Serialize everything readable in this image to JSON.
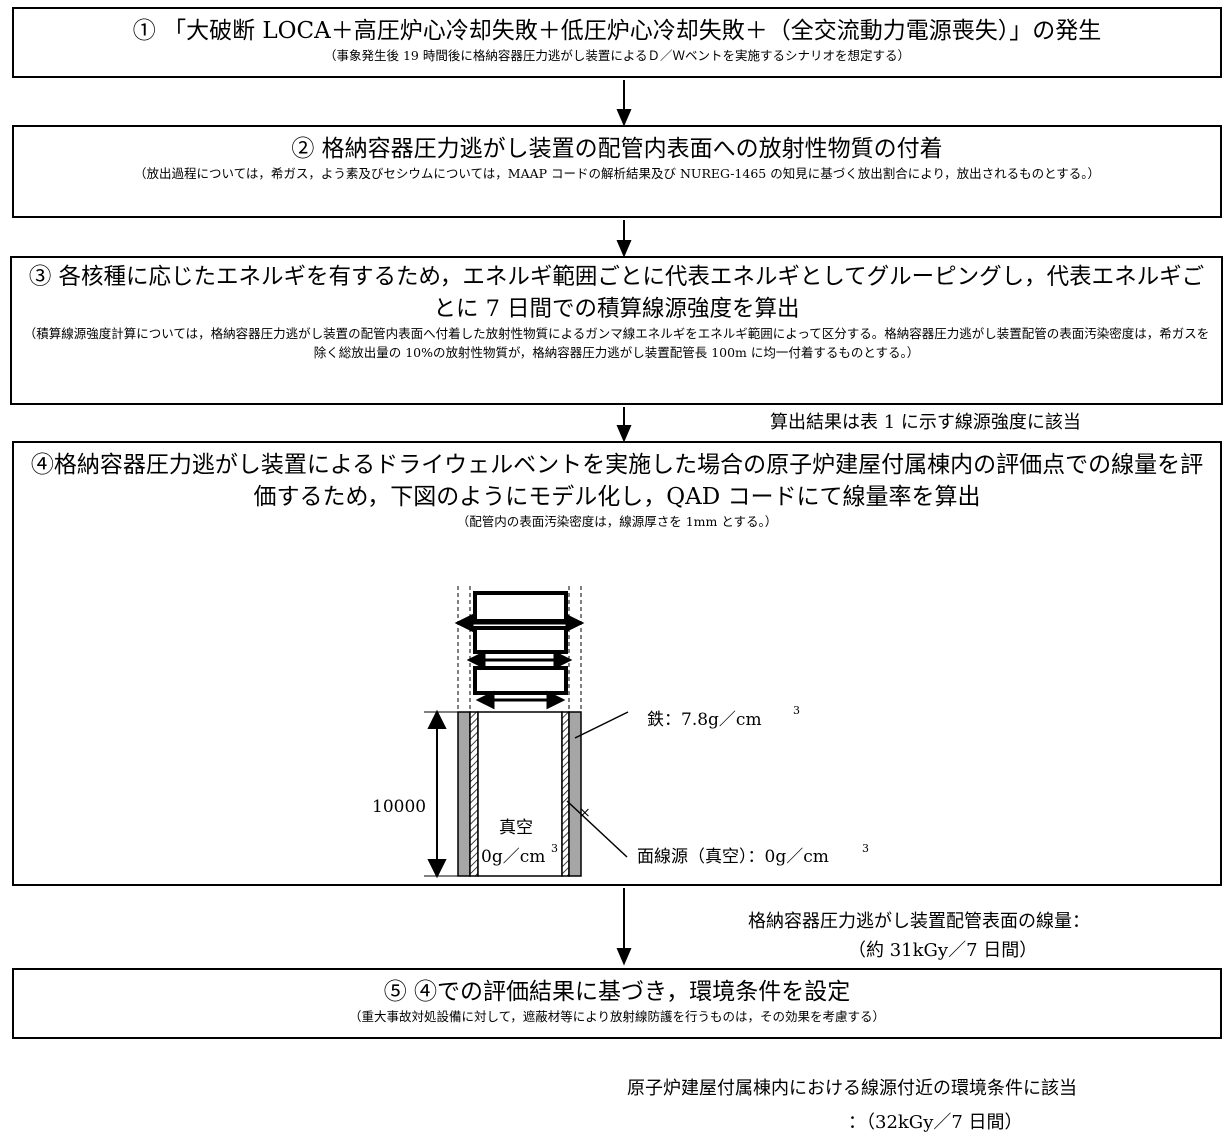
{
  "step1": {
    "title": "① 「大破断 LOCA＋高圧炉心冷却失敗＋低圧炉心冷却失敗＋（全交流動力電源喪失）」の発生",
    "note": "（事象発生後 19 時間後に格納容器圧力逃がし装置によるＤ／Ｗベントを実施するシナリオを想定する）"
  },
  "step2": {
    "title": "② 格納容器圧力逃がし装置の配管内表面への放射性物質の付着",
    "note": "（放出過程については，希ガス，よう素及びセシウムについては，MAAP コードの解析結果及び NUREG-1465 の知見に基づく放出割合により，放出されるものとする。）"
  },
  "step3": {
    "title": "③ 各核種に応じたエネルギを有するため，エネルギ範囲ごとに代表エネルギとしてグルーピングし，代表エネルギごとに 7 日間での積算線源強度を算出",
    "note": "（積算線源強度計算については，格納容器圧力逃がし装置の配管内表面へ付着した放射性物質によるガンマ線エネルギをエネルギ範囲によって区分する。格納容器圧力逃がし装置配管の表面汚染密度は，希ガスを除く総放出量の 10%の放射性物質が，格納容器圧力逃がし装置配管長 100m に均一付着するものとする。）"
  },
  "arrow3_label": "算出結果は表 1 に示す線源強度に該当",
  "step4": {
    "title": "④格納容器圧力逃がし装置によるドライウェルベントを実施した場合の原子炉建屋付属棟内の評価点での線量を評価するため，下図のようにモデル化し，QAD コードにて線量率を算出",
    "note": "（配管内の表面汚染密度は，線源厚さを 1mm とする。）",
    "model": {
      "iron_label": "鉄：7.8g／cm",
      "iron_exp": "3",
      "height_label": "10000",
      "vacuum_label": "真空",
      "vacuum_density": "0g／cm",
      "vacuum_exp": "3",
      "surface_source_label": "面線源（真空）：0g／cm",
      "surface_source_exp": "3",
      "point_mark": "×"
    }
  },
  "arrow4_label_line1": "格納容器圧力逃がし装置配管表面の線量：",
  "arrow4_label_line2": "（約 31kGy／7 日間）",
  "step5": {
    "title": "⑤ ④での評価結果に基づき，環境条件を設定",
    "note": "（重大事故対処設備に対して，遮蔽材等により放射線防護を行うものは，その効果を考慮する）"
  },
  "result_line1": "原子炉建屋付属棟内における線源付近の環境条件に該当",
  "result_line2": "：（32kGy／7 日間）"
}
